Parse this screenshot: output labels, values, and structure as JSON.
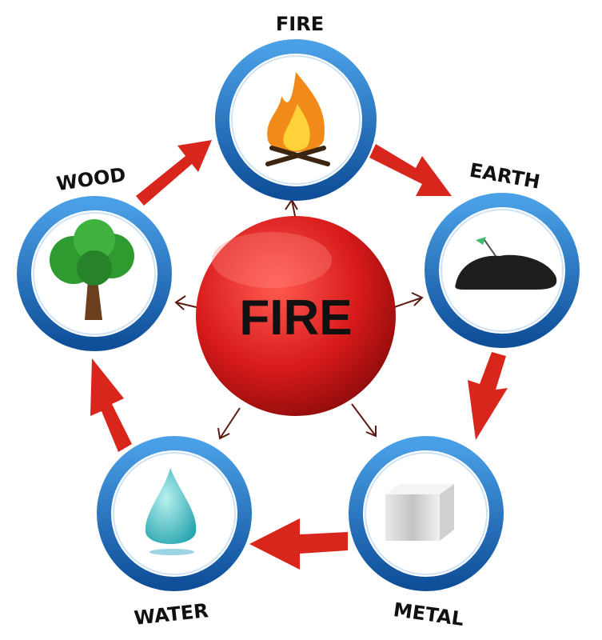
{
  "title": "",
  "center": {
    "label": "FIRE",
    "color": "#d71a1a"
  },
  "elements": [
    {
      "label": "FIRE",
      "icon": "campfire-icon"
    },
    {
      "label": "EARTH",
      "icon": "rock-icon"
    },
    {
      "label": "METAL",
      "icon": "metal-block-icon"
    },
    {
      "label": "WATER",
      "icon": "water-drop-icon"
    },
    {
      "label": "WOOD",
      "icon": "tree-icon"
    }
  ],
  "colors": {
    "ring": "#1e6fc0",
    "arrow": "#d9261c",
    "center": "#d71a1a"
  }
}
